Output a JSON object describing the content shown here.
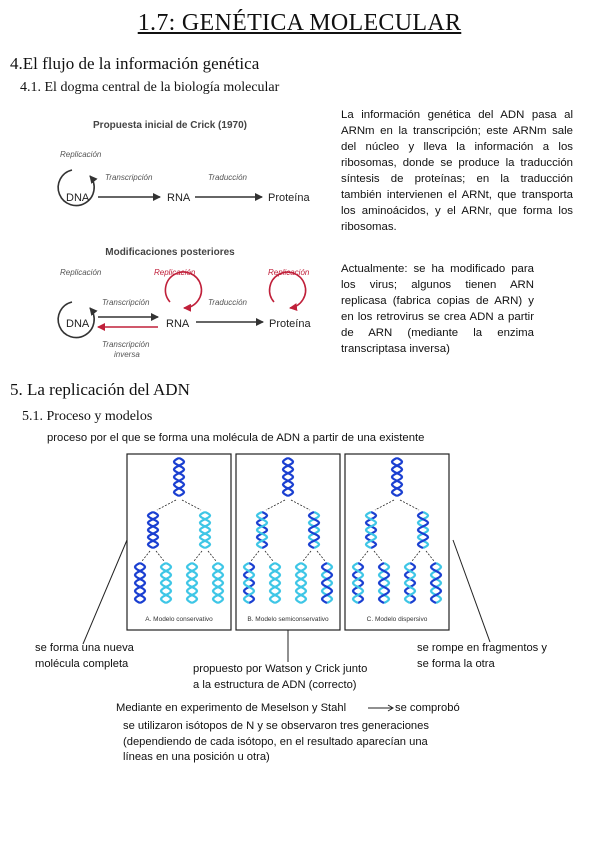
{
  "title": "1.7: GENÉTICA MOLECULAR",
  "section4": {
    "heading": "4.El flujo de la información genética",
    "sub": "4.1. El dogma central de la biología molecular",
    "paragraph1": "La información genética del ADN pasa al ARNm en la transcripción; este ARNm sale del núcleo y lleva la información a los ribosomas, donde se produce la traducción síntesis de proteínas; en la traducción también intervienen el ARNt, que transporta los aminoácidos, y el ARNr, que forma los ribosomas.",
    "paragraph2": "Actualmente: se ha modificado para los virus; algunos tienen ARN replicasa (fabrica copias de ARN) y en los retrovirus se crea ADN a partir de ARN (mediante la enzima transcriptasa inversa)"
  },
  "dogma_figure": {
    "top_title": "Propuesta inicial de Crick (1970)",
    "bottom_title": "Modificaciones posteriores",
    "replicacion": "Replicación",
    "transcripcion": "Transcripción",
    "traduccion": "Traducción",
    "transcripcion_inversa_1": "Transcripción",
    "transcripcion_inversa_2": "inversa",
    "dna": "DNA",
    "rna": "RNA",
    "proteina": "Proteína",
    "accent_color": "#c0203a"
  },
  "section5": {
    "heading": "5. La replicación del ADN",
    "sub": "5.1. Proceso y modelos",
    "intro": "proceso por el que se forma una molécula de ADN  a partir de una existente"
  },
  "models_figure": {
    "panel_a": "A. Modelo conservativo",
    "panel_b": "B. Modelo semiconservativo",
    "panel_c": "C. Modelo dispersivo",
    "dark_strand_color": "#1a3fd1",
    "light_strand_color": "#3ec6e6"
  },
  "notes": {
    "left_1": "se forma una nueva",
    "left_2": "molécula completa",
    "right_1": "se rompe en fragmentos y",
    "right_2": "se forma la otra",
    "middle_1": "propuesto por Watson y Crick junto",
    "middle_2": "a la estructura de ADN (correcto)",
    "exp_a": "Mediante en experimento de Meselson y  Stahl",
    "exp_b": "se comprobó",
    "exp_line1": "se utilizaron isótopos de N y se observaron tres generaciones",
    "exp_line2": "(dependiendo de cada isótopo, en el resultado aparecían una",
    "exp_line3": "líneas en una posición u otra)"
  }
}
